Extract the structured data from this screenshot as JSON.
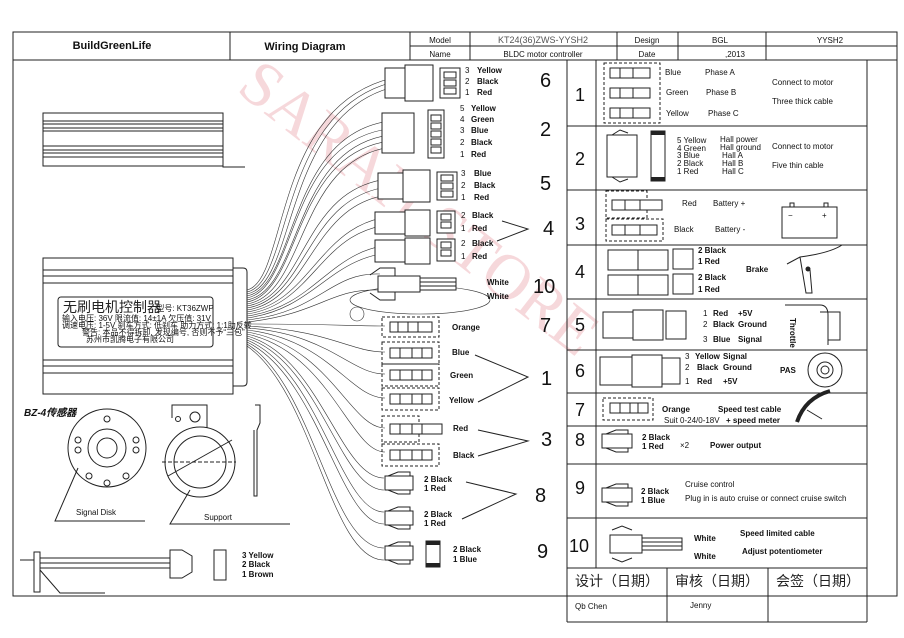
{
  "header": {
    "company": "BuildGreenLife",
    "title": "Wiring Diagram",
    "model_label": "Model",
    "model_value": "KT24(36)ZWS-YYSH2",
    "name_label": "Name",
    "name_value": "BLDC motor controller",
    "design_label": "Design",
    "design_value": "BGL",
    "design_code": "YYSH2",
    "date_label": "Date",
    "date_value": ",2013"
  },
  "watermark": "SARAH STORE",
  "controller_label": {
    "title": "无刷电机控制器",
    "model": "型号: KT36ZWP",
    "line1": "输入电压: 36V  限流值: 14±1A  欠压值: 31V",
    "line2": "调速电压: 1-5V  刹车方式: 低刹车  助力方式: 1:1助反转",
    "line3": "警告: 本品不得拆卸, 发现编号, 否则不予“三包”",
    "maker": "苏州市凯腾电子有限公司"
  },
  "sensor": {
    "title": "BZ-4传感器",
    "signal_disk": "Signal  Disk",
    "support": "Support",
    "pins": [
      "3 Yellow",
      "2 Black",
      "1 Brown"
    ]
  },
  "center_connectors": [
    {
      "group": "6",
      "pins": [
        {
          "n": "3",
          "c": "Yellow"
        },
        {
          "n": "2",
          "c": "Black"
        },
        {
          "n": "1",
          "c": "Red"
        }
      ]
    },
    {
      "group": "2",
      "pins": [
        {
          "n": "5",
          "c": "Yellow"
        },
        {
          "n": "4",
          "c": "Green"
        },
        {
          "n": "3",
          "c": "Blue"
        },
        {
          "n": "2",
          "c": "Black"
        },
        {
          "n": "1",
          "c": "Red"
        }
      ]
    },
    {
      "group": "5",
      "pins": [
        {
          "n": "3",
          "c": "Blue"
        },
        {
          "n": "2",
          "c": "Black"
        },
        {
          "n": "1",
          "c": "Red"
        }
      ]
    },
    {
      "group": "4",
      "pins_a": [
        {
          "n": "2",
          "c": "Black"
        },
        {
          "n": "1",
          "c": "Red"
        }
      ],
      "pins_b": [
        {
          "n": "2",
          "c": "Black"
        },
        {
          "n": "1",
          "c": "Red"
        }
      ]
    },
    {
      "group": "10",
      "wires": [
        "White",
        "White"
      ]
    },
    {
      "group": "7",
      "wires": [
        "Orange"
      ]
    },
    {
      "group": "1",
      "wires": [
        "Blue",
        "Green",
        "Yellow"
      ]
    },
    {
      "group": "3",
      "wires": [
        "Red",
        "Black"
      ]
    },
    {
      "group": "8",
      "wires_a": [
        "2 Black",
        "1 Red"
      ],
      "wires_b": [
        "2 Black",
        "1 Red"
      ]
    },
    {
      "group": "9",
      "wires": [
        "2 Black",
        "1 Blue"
      ]
    }
  ],
  "legend": [
    {
      "num": "1",
      "lines": [
        [
          "Blue",
          "Phase A"
        ],
        [
          "Green",
          "Phase  B"
        ],
        [
          "Yellow",
          "Phase C"
        ]
      ],
      "note": [
        "Connect to motor",
        "Three thick cable"
      ]
    },
    {
      "num": "2",
      "pins": [
        "5 Yellow",
        "4  Green",
        "3   Blue",
        "2  Black",
        "1  Red"
      ],
      "funcs": [
        "Hall power",
        "Hall ground",
        "Hall A",
        "Hall B",
        "Hall C"
      ],
      "note": [
        "Connect to  motor",
        "Five thin cable"
      ]
    },
    {
      "num": "3",
      "lines": [
        [
          "Red",
          "Battery +"
        ],
        [
          "Black",
          "Battery -"
        ]
      ]
    },
    {
      "num": "4",
      "pins_a": [
        "2 Black",
        "1  Red"
      ],
      "pins_b": [
        "2 Black",
        "1  Red"
      ],
      "note": "Brake"
    },
    {
      "num": "5",
      "pins": [
        [
          "1",
          "Red",
          "+5V"
        ],
        [
          "2",
          "Black",
          "Ground"
        ],
        [
          "3",
          "Blue",
          "Signal"
        ]
      ],
      "note": "Throttle"
    },
    {
      "num": "6",
      "pins": [
        [
          "3",
          "Yellow",
          "Signal"
        ],
        [
          "2",
          "Black",
          "Ground"
        ],
        [
          "1",
          "Red",
          "+5V"
        ]
      ],
      "note": "PAS"
    },
    {
      "num": "7",
      "color": "Orange",
      "desc": "Speed test cable",
      "suit": "Suit 0-24/0-18V",
      "desc2": "+ speed meter"
    },
    {
      "num": "8",
      "pins": [
        "2 Black",
        "1 Red"
      ],
      "mult": "×2",
      "desc": "Power output"
    },
    {
      "num": "9",
      "pins": [
        "2 Black",
        "1 Blue"
      ],
      "desc": [
        "Cruise  control",
        "Plug in is auto cruise or connect cruise switch"
      ]
    },
    {
      "num": "10",
      "wires": [
        "White",
        "White"
      ],
      "desc": [
        "Speed limited cable",
        "Adjust potentiometer"
      ]
    }
  ],
  "signoff": {
    "design_date": "设计（日期）",
    "review_date": "审核（日期）",
    "countersign_date": "会签（日期）",
    "designer": "Qb Chen",
    "reviewer": "Jenny",
    "countersigner": ""
  }
}
